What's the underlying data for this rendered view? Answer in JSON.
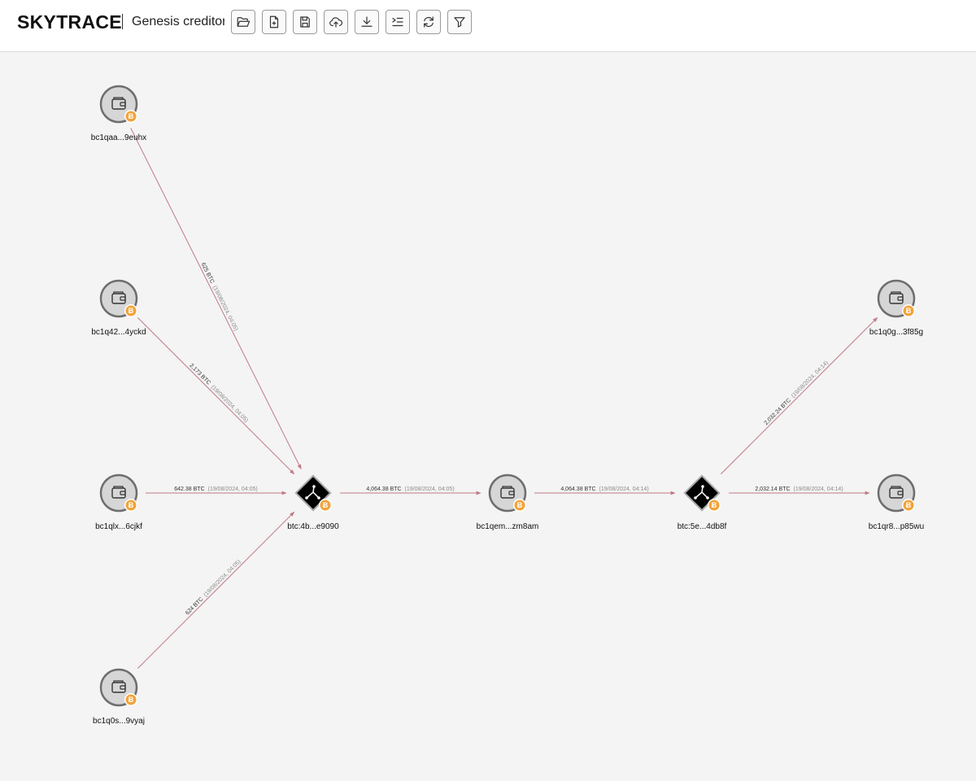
{
  "app": {
    "brand": "SKYTRACE",
    "case_title": "Genesis creditors"
  },
  "toolbar": [
    {
      "name": "open-folder-button",
      "icon": "folder-open-icon"
    },
    {
      "name": "new-file-button",
      "icon": "file-plus-icon"
    },
    {
      "name": "save-button",
      "icon": "save-icon"
    },
    {
      "name": "upload-cloud-button",
      "icon": "cloud-upload-icon"
    },
    {
      "name": "download-button",
      "icon": "download-icon"
    },
    {
      "name": "indent-button",
      "icon": "list-indent-icon"
    },
    {
      "name": "refresh-button",
      "icon": "refresh-icon"
    },
    {
      "name": "filter-button",
      "icon": "filter-icon"
    }
  ],
  "graph": {
    "colors": {
      "edge": "#c07a84",
      "wallet_fill": "#d6d6d6",
      "wallet_border": "#6e6e6e",
      "tx_fill": "#000000",
      "badge": "#f2a33a"
    },
    "nodes": [
      {
        "id": "w1",
        "type": "wallet",
        "label": "bc1qaa...9euhx",
        "badge": "bitcoin-icon"
      },
      {
        "id": "w2",
        "type": "wallet",
        "label": "bc1q42...4yckd",
        "badge": "bitcoin-icon"
      },
      {
        "id": "w3",
        "type": "wallet",
        "label": "bc1qlx...6cjkf",
        "badge": "bitcoin-icon"
      },
      {
        "id": "w4",
        "type": "wallet",
        "label": "bc1q0s...9vyaj",
        "badge": "bitcoin-icon"
      },
      {
        "id": "tx1",
        "type": "transaction",
        "label": "btc:4b...e9090",
        "badge": "bitcoin-icon"
      },
      {
        "id": "w5",
        "type": "wallet",
        "label": "bc1qem...zm8am",
        "badge": "bitcoin-icon"
      },
      {
        "id": "tx2",
        "type": "transaction",
        "label": "btc:5e...4db8f",
        "badge": "bitcoin-icon"
      },
      {
        "id": "w6",
        "type": "wallet",
        "label": "bc1q0g...3f85g",
        "badge": "bitcoin-icon"
      },
      {
        "id": "w7",
        "type": "wallet",
        "label": "bc1qr8...p85wu",
        "badge": "bitcoin-icon"
      }
    ],
    "edges": [
      {
        "from": "w1",
        "to": "tx1",
        "amount": "625 BTC",
        "date": "(19/08/2024, 04:05)"
      },
      {
        "from": "w2",
        "to": "tx1",
        "amount": "2,173 BTC",
        "date": "(19/08/2024, 04:05)"
      },
      {
        "from": "w3",
        "to": "tx1",
        "amount": "642.38 BTC",
        "date": "(19/08/2024, 04:05)"
      },
      {
        "from": "w4",
        "to": "tx1",
        "amount": "624 BTC",
        "date": "(19/08/2024, 04:05)"
      },
      {
        "from": "tx1",
        "to": "w5",
        "amount": "4,064.38 BTC",
        "date": "(19/08/2024, 04:05)"
      },
      {
        "from": "w5",
        "to": "tx2",
        "amount": "4,064.38 BTC",
        "date": "(19/08/2024, 04:14)"
      },
      {
        "from": "tx2",
        "to": "w6",
        "amount": "2,032.24 BTC",
        "date": "(19/08/2024, 04:14)"
      },
      {
        "from": "tx2",
        "to": "w7",
        "amount": "2,032.14 BTC",
        "date": "(19/08/2024, 04:14)"
      }
    ]
  }
}
